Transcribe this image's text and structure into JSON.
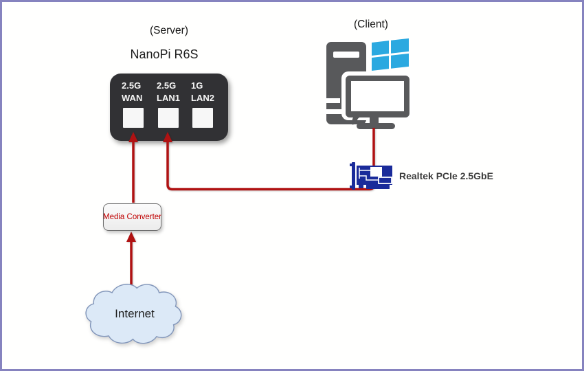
{
  "server": {
    "caption": "(Server)",
    "device_name": "NanoPi R6S",
    "ports": [
      {
        "speed": "2.5G",
        "name": "WAN"
      },
      {
        "speed": "2.5G",
        "name": "LAN1"
      },
      {
        "speed": "1G",
        "name": "LAN2"
      }
    ]
  },
  "client": {
    "caption": "(Client)",
    "nic_label": "Realtek PCIe 2.5GbE"
  },
  "media_converter": {
    "label": "Media Converter"
  },
  "internet": {
    "label": "Internet"
  },
  "icons": {
    "desktop_pc": "desktop-pc-icon",
    "windows_logo": "windows-logo-icon",
    "nic_card": "nic-card-icon",
    "internet_cloud": "internet-cloud-icon"
  },
  "colors": {
    "connector_red": "#b01212",
    "windows_blue": "#2ba9e0",
    "pc_gray": "#58595b",
    "device_black": "#313134",
    "nic_navy": "#1a2b9a",
    "cloud_fill": "#dce9f7",
    "cloud_stroke": "#8296ba",
    "frame_purple": "#8683bf",
    "converter_text_red": "#c00000",
    "port_white": "#f7f7f7"
  }
}
